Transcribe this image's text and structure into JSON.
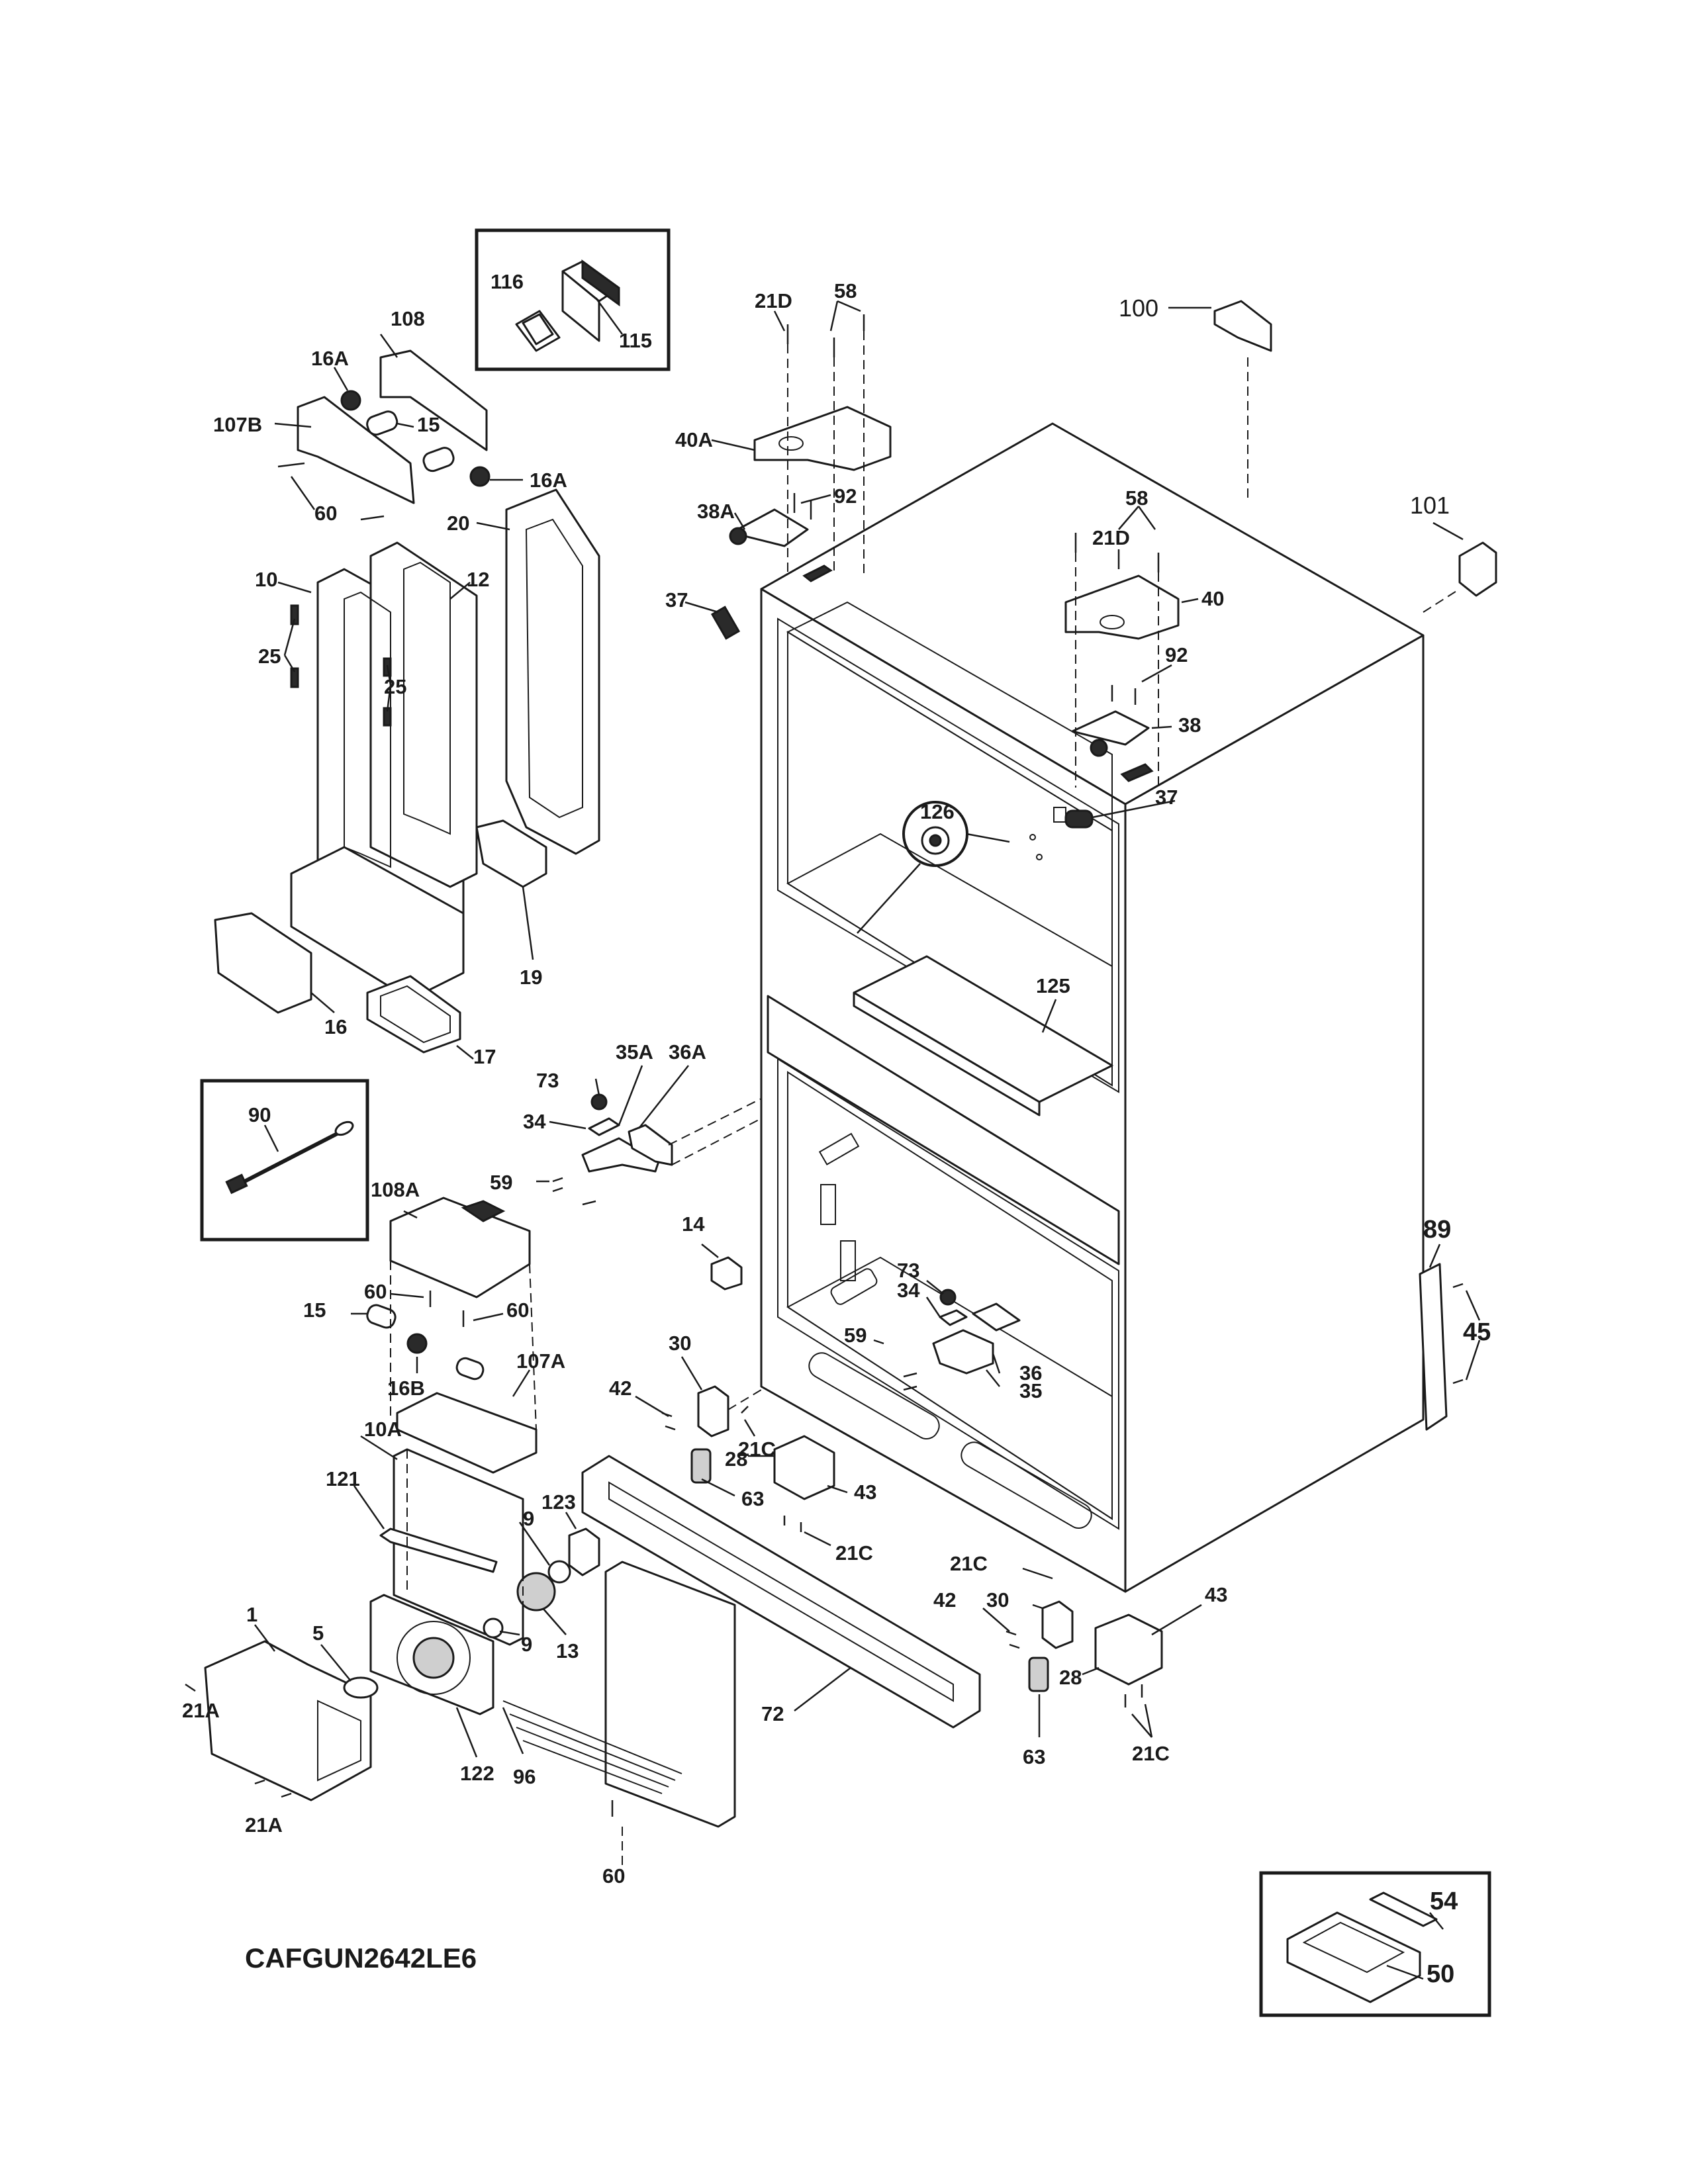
{
  "model": "CAFGUN2642LE6",
  "labels": {
    "p116": "116",
    "p115": "115",
    "p108": "108",
    "p16A_a": "16A",
    "p107B": "107B",
    "p15_a": "15",
    "p16A_b": "16A",
    "p60_a": "60",
    "p20": "20",
    "p10": "10",
    "p12": "12",
    "p25_a": "25",
    "p25_b": "25",
    "p19": "19",
    "p16": "16",
    "p17": "17",
    "p21D_a": "21D",
    "p58_a": "58",
    "p40A": "40A",
    "p92_a": "92",
    "p38A": "38A",
    "p37_a": "37",
    "p100": "100",
    "p101": "101",
    "p58_b": "58",
    "p21D_b": "21D",
    "p40": "40",
    "p92_b": "92",
    "p38": "38",
    "p37_b": "37",
    "p126": "126",
    "p125": "125",
    "p90": "90",
    "p73_a": "73",
    "p35A": "35A",
    "p36A": "36A",
    "p34_a": "34",
    "p59_a": "59",
    "p108A": "108A",
    "p14": "14",
    "p60_b": "60",
    "p15_b": "15",
    "p60_c": "60",
    "p16B": "16B",
    "p107A": "107A",
    "p10A": "10A",
    "p121": "121",
    "p123": "123",
    "p9_a": "9",
    "p9_b": "9",
    "p13": "13",
    "p1": "1",
    "p5": "5",
    "p21A_a": "21A",
    "p21A_b": "21A",
    "p122": "122",
    "p96": "96",
    "p60_d": "60",
    "p72": "72",
    "p30_a": "30",
    "p42_a": "42",
    "p21C_a": "21C",
    "p28_a": "28",
    "p63_a": "63",
    "p43_a": "43",
    "p21C_b": "21C",
    "p73_b": "73",
    "p34_b": "34",
    "p59_b": "59",
    "p36": "36",
    "p35": "35",
    "p89": "89",
    "p45": "45",
    "p21C_c": "21C",
    "p42_b": "42",
    "p30_b": "30",
    "p43_b": "43",
    "p28_b": "28",
    "p63_b": "63",
    "p21C_d": "21C",
    "p54": "54",
    "p50": "50"
  }
}
